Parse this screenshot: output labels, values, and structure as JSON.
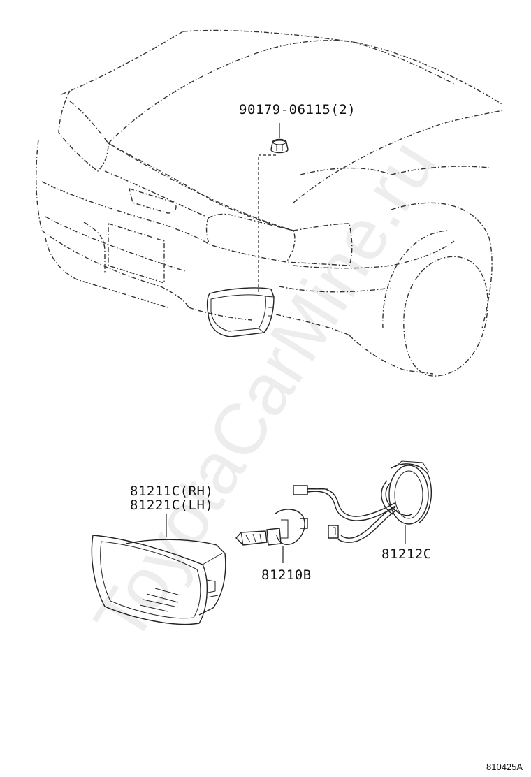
{
  "diagram": {
    "parts": [
      {
        "number": "90179-06115(2)"
      },
      {
        "number": "81211C(RH)"
      },
      {
        "number": "81221C(LH)"
      },
      {
        "number": "81210B"
      },
      {
        "number": "81212C"
      }
    ],
    "diagram_code": "810425A",
    "watermark": "ToyotaCarMine.ru"
  }
}
